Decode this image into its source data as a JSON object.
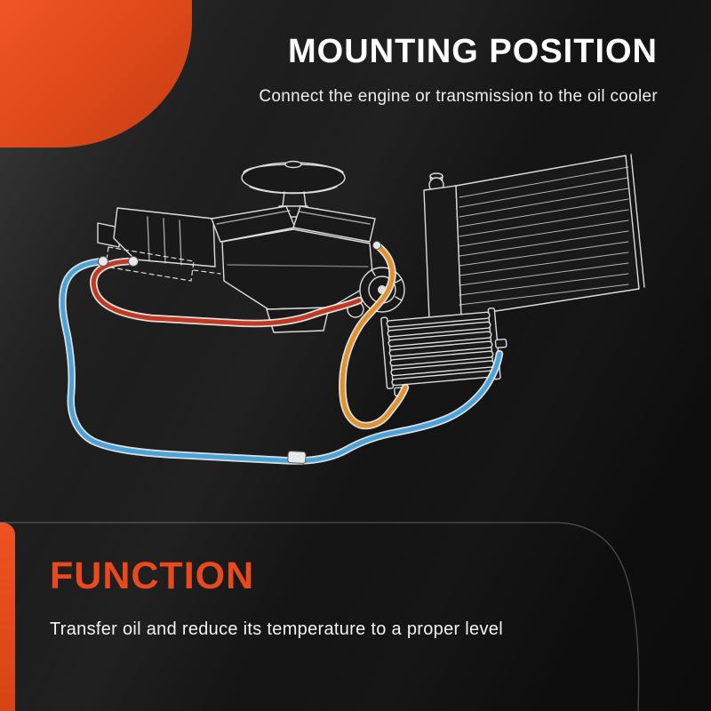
{
  "page": {
    "accent_color": "#e8491d",
    "background_color": "#161616"
  },
  "header": {
    "title": "MOUNTING POSITION",
    "subtitle": "Connect the engine or transmission to the oil cooler"
  },
  "function_section": {
    "heading": "FUNCTION",
    "description": "Transfer oil and reduce its temperature to a proper level"
  },
  "illustration": {
    "label": "engine-and-radiator-with-oil-cooler-hose-routing",
    "line_color": "#dcdcdc",
    "hose_colors": {
      "engine_line_red": "#c03a22",
      "cooler_feed_orange": "#e0922c",
      "cooler_return_blue": "#4aa3d9"
    }
  }
}
